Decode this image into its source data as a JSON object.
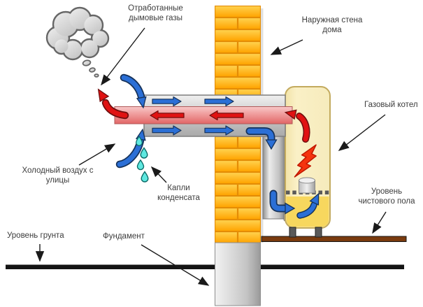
{
  "diagram": {
    "labels": {
      "exhaust_gases": "Отработанные\nдымовые газы",
      "outer_wall": "Наружная стена\nдома",
      "gas_boiler": "Газовый котел",
      "cold_air": "Холодный воздух с\nулицы",
      "condensate_drops": "Капли\nконденсата",
      "ground_level": "Уровень грунта",
      "foundation": "Фундамент",
      "floor_level": "Уровень\nчистового пола"
    }
  },
  "colors": {
    "label-text": "#3c3c3c",
    "brick-light": "#FFD24F",
    "brick-dark": "#FFA300",
    "mortar": "#E8940A",
    "pipe-border": "#7f7f7f",
    "exhaust-pink": "#EE8B8B",
    "arrow-blue": "#2B6FD6",
    "arrow-blue-dark": "#16325A",
    "arrow-red": "#E01212",
    "arrow-red-dark": "#6E0E0E",
    "boiler-cream": "#FAF0C6",
    "boiler-border": "#C3AA5E",
    "boiler-gold": "#F7D75E",
    "flame-red": "#F5330E",
    "drop-cyan": "#5FE8E0",
    "drop-border": "#0A6A66",
    "floor-brown": "#7A3B0E",
    "ground-black": "#141414",
    "cloud-gray": "#DCDCDC"
  },
  "icons": {
    "smoke-cloud-icon": "svg thought-cloud",
    "flame-icon": "svg lightning-bolt",
    "condensate-drops-icon": "svg teardrops",
    "burner-icon": "svg cylinder",
    "cold-air-arrow-icon": "svg blue block arrow",
    "exhaust-arrow-icon": "svg red block arrow",
    "pointer-arrow-icon": "svg thin black arrow"
  }
}
